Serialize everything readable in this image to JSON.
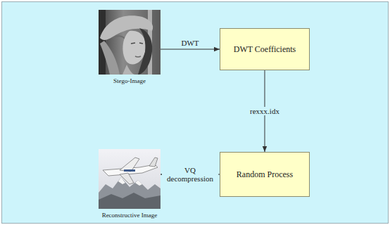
{
  "diagram": {
    "nodes": [
      {
        "text": [
          "Stego-Image"
        ]
      },
      {
        "text": [
          "DWT Coefficients"
        ]
      },
      {
        "text": [
          "Random Process"
        ]
      },
      {
        "text": [
          "Reconstructive Image"
        ]
      }
    ],
    "edges": [
      {
        "from": 0,
        "to": 1,
        "arrow": "to",
        "label": "DWT"
      },
      {
        "from": 1,
        "to": 2,
        "arrow": "to",
        "label": "rexxx.idx"
      },
      {
        "from": 2,
        "to": 3,
        "arrow": "to",
        "label": "VQ decompression"
      }
    ]
  }
}
